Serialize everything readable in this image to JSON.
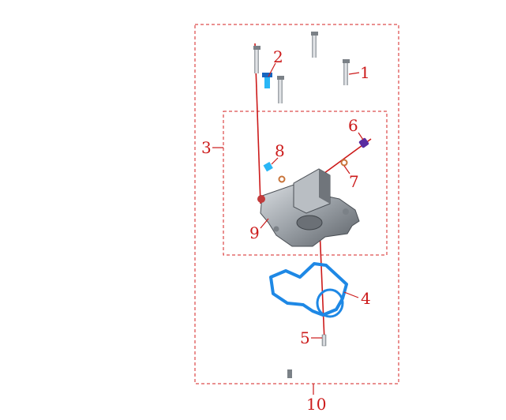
{
  "diagram": {
    "colors": {
      "border": "#d62020",
      "leader": "#cc1a1a",
      "part_metal": "#9aa0a6",
      "part_dark": "#5b6066",
      "gasket": "#1e88e5",
      "accent_cyan": "#29b6f6",
      "accent_purple": "#5a2ca0",
      "accent_orange": "#c8743a"
    },
    "callouts": [
      {
        "id": "1",
        "text": "1"
      },
      {
        "id": "2",
        "text": "2"
      },
      {
        "id": "3",
        "text": "3"
      },
      {
        "id": "4",
        "text": "4"
      },
      {
        "id": "5",
        "text": "5"
      },
      {
        "id": "6",
        "text": "6"
      },
      {
        "id": "7",
        "text": "7"
      },
      {
        "id": "8",
        "text": "8"
      },
      {
        "id": "9",
        "text": "9"
      },
      {
        "id": "10",
        "text": "10"
      }
    ]
  }
}
